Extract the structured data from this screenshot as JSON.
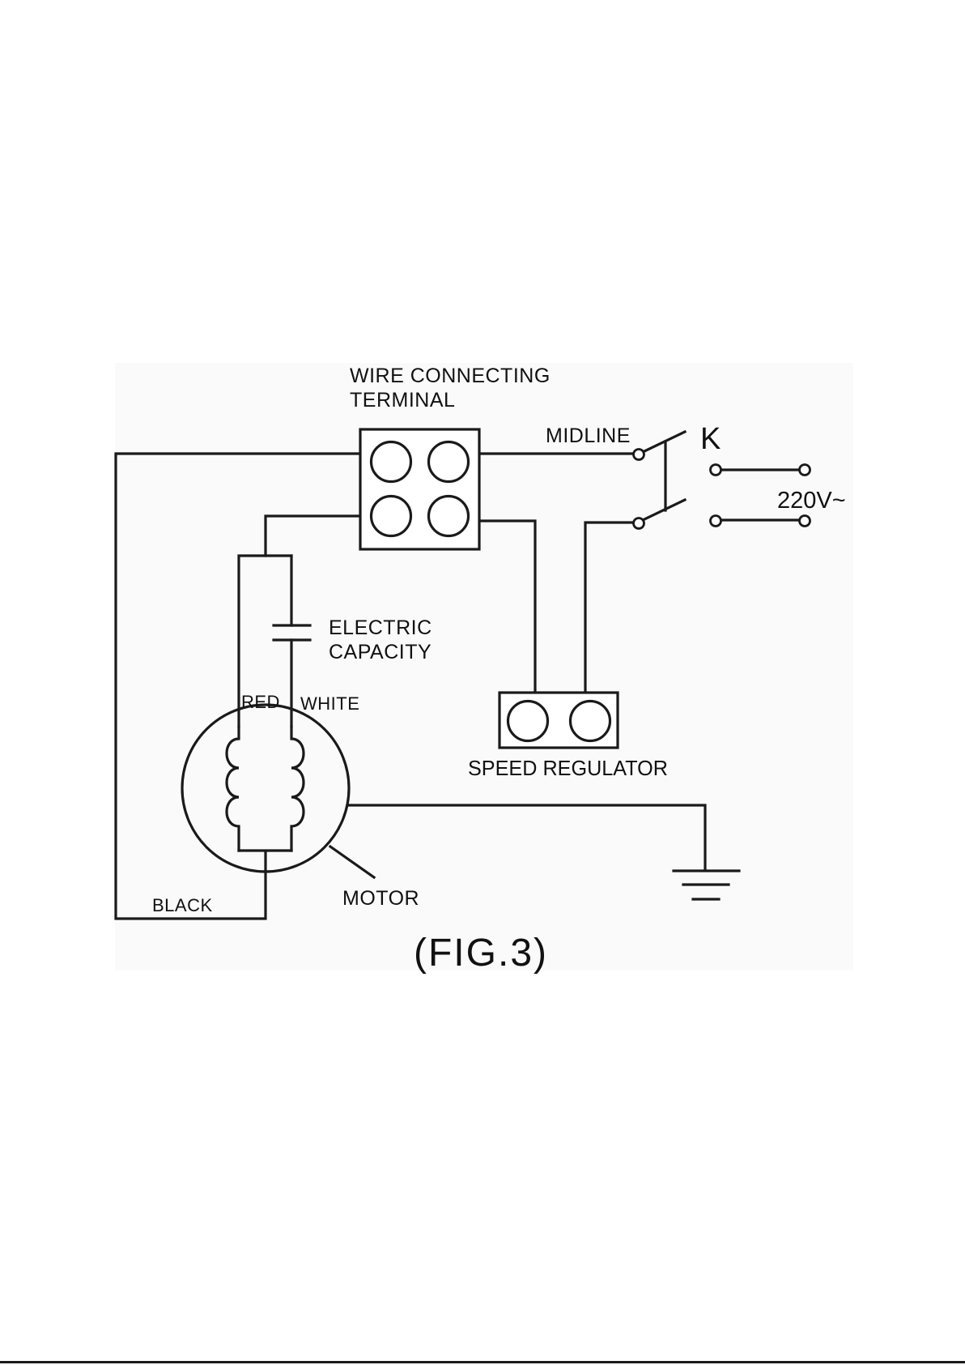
{
  "terminal": {
    "title_line1": "WIRE CONNECTING",
    "title_line2": "TERMINAL"
  },
  "switch": {
    "midline": "MIDLINE",
    "k": "K",
    "voltage": "220V~"
  },
  "capacitor": {
    "line1": "ELECTRIC",
    "line2": "CAPACITY"
  },
  "motor": {
    "red": "RED",
    "white": "WHITE",
    "black": "BLACK",
    "label": "MOTOR"
  },
  "regulator": {
    "label": "SPEED REGULATOR"
  },
  "figure": {
    "caption": "(FIG.3)"
  }
}
